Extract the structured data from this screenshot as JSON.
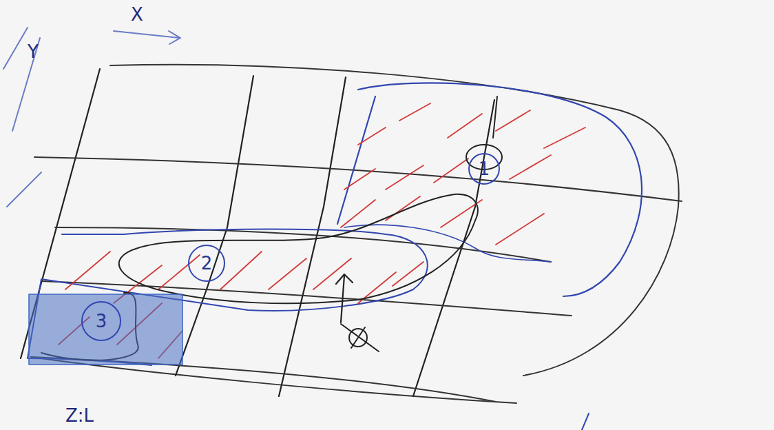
{
  "diagram": {
    "nodes": [
      {
        "text": [
          "1"
        ]
      },
      {
        "text": [
          "2"
        ]
      },
      {
        "text": [
          "3"
        ]
      }
    ],
    "labels": [
      "X",
      "Y",
      "Z:L"
    ]
  }
}
